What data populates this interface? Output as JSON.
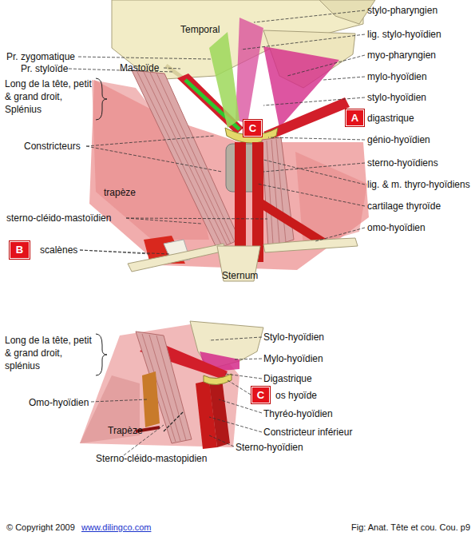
{
  "diagram": {
    "nodes": [
      {
        "text": [
          "A"
        ]
      },
      {
        "text": [
          "C"
        ]
      },
      {
        "text": [
          "B"
        ]
      },
      {
        "text": [
          "C"
        ]
      }
    ],
    "labels": [
      "stylo-pharyngien",
      "Temporal",
      "lig. stylo-hyoïdien",
      "Pr. zygomatique",
      "myo-pharyngien",
      "Pr. styloïde",
      "Mastoïde",
      "Long de la tête, petit & grand droit, Splénius",
      "mylo-hyoïdien",
      "stylo-hyoïdien",
      "Constricteurs",
      "digastrique",
      "génio-hyoïdien",
      "sterno-hyoïdiens",
      "trapèze",
      "lig. & m. thyro-hyoïdiens",
      "cartilage thyroïde",
      "sterno-cléido-mastoïdien",
      "omo-hyoïdien",
      "scalènes",
      "Sternum",
      "Stylo-hyoïdien",
      "Long de la tête, petit & grand droit, splénius",
      "Mylo-hyoïdien",
      "Digastrique",
      "os hyoïde",
      "Omo-hyoïdien",
      "Thyréo-hyoïdien",
      "Constricteur inférieur",
      "Trapèze",
      "Sterno-hyoïdien",
      "Sterno-cléido-mastopidien",
      "© Copyright 2009",
      "www.dilingco.com",
      "Fig: Anat. Tête et cou. Cou. p9"
    ]
  }
}
